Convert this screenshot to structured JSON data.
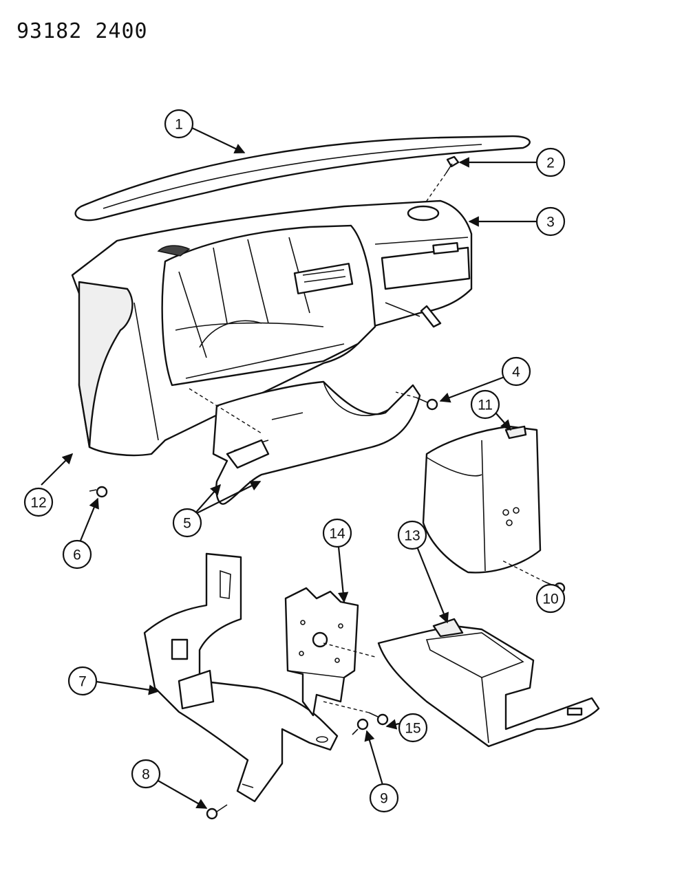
{
  "document_code": "93182 2400",
  "colors": {
    "ink": "#111111",
    "paper": "#ffffff"
  },
  "callouts": [
    "1",
    "2",
    "3",
    "4",
    "5",
    "6",
    "7",
    "8",
    "9",
    "10",
    "11",
    "12",
    "13",
    "14",
    "15"
  ]
}
